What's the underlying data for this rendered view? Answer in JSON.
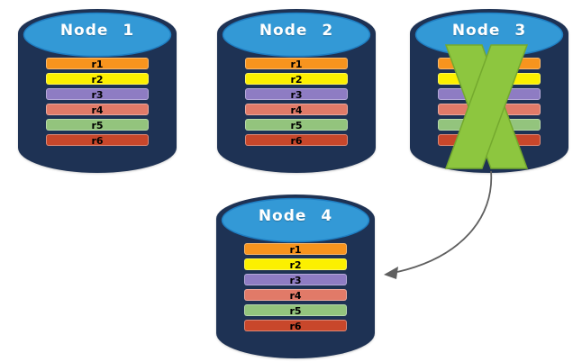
{
  "colors": {
    "background": "#ffffff",
    "cylinder_body": "#1E3254",
    "cylinder_top": "#3399D6",
    "cylinder_top_stroke": "#1F7EC2",
    "failure_x": "#8DC63F",
    "failure_x_stroke": "#74A92E",
    "arrow": "#5F5F5F",
    "title_text": "#ffffff",
    "row_text": "#000000"
  },
  "nodes": [
    {
      "title": "Node 1",
      "failed": false,
      "rows": [
        {
          "label": "r1",
          "color": "#F7941E"
        },
        {
          "label": "r2",
          "color": "#FCF000"
        },
        {
          "label": "r3",
          "color": "#8E7CC3"
        },
        {
          "label": "r4",
          "color": "#E17A68"
        },
        {
          "label": "r5",
          "color": "#93C47D"
        },
        {
          "label": "r6",
          "color": "#C8472B"
        }
      ]
    },
    {
      "title": "Node 2",
      "failed": false,
      "rows": [
        {
          "label": "r1",
          "color": "#F7941E"
        },
        {
          "label": "r2",
          "color": "#FCF000"
        },
        {
          "label": "r3",
          "color": "#8E7CC3"
        },
        {
          "label": "r4",
          "color": "#E17A68"
        },
        {
          "label": "r5",
          "color": "#93C47D"
        },
        {
          "label": "r6",
          "color": "#C8472B"
        }
      ]
    },
    {
      "title": "Node 3",
      "failed": true,
      "rows": [
        {
          "label": "r1",
          "color": "#F7941E"
        },
        {
          "label": "r2",
          "color": "#FCF000"
        },
        {
          "label": "r3",
          "color": "#8E7CC3"
        },
        {
          "label": "r4",
          "color": "#E17A68"
        },
        {
          "label": "r5",
          "color": "#93C47D"
        },
        {
          "label": "r6",
          "color": "#C8472B"
        }
      ]
    },
    {
      "title": "Node 4",
      "failed": false,
      "rows": [
        {
          "label": "r1",
          "color": "#F7941E"
        },
        {
          "label": "r2",
          "color": "#FCF000"
        },
        {
          "label": "r3",
          "color": "#8E7CC3"
        },
        {
          "label": "r4",
          "color": "#E17A68"
        },
        {
          "label": "r5",
          "color": "#93C47D"
        },
        {
          "label": "r6",
          "color": "#C8472B"
        }
      ]
    }
  ],
  "arrow": {
    "from": "Node 3",
    "to": "Node 4"
  }
}
